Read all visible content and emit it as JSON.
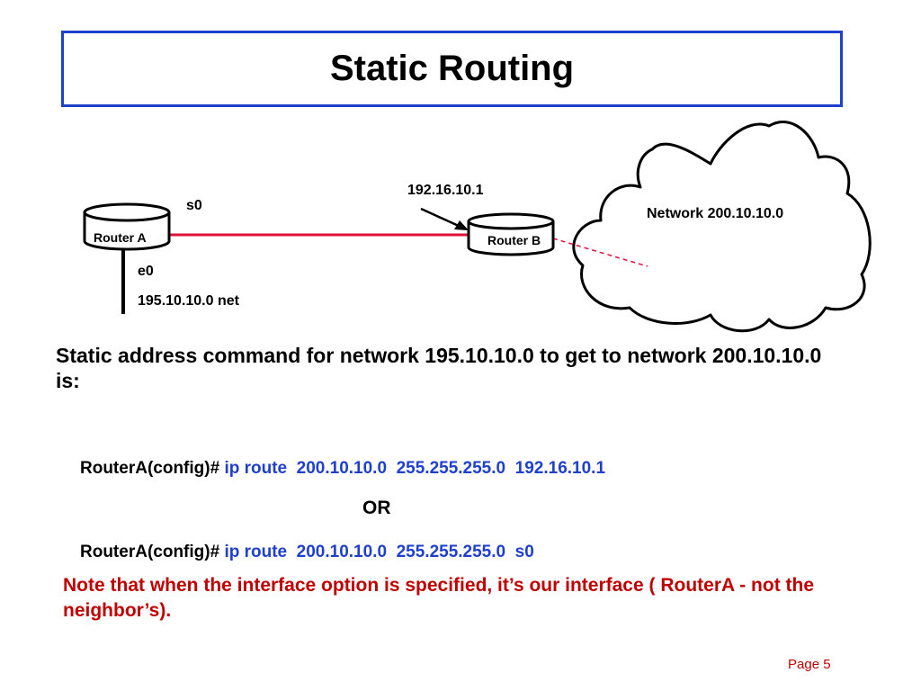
{
  "slide": {
    "title": "Static Routing",
    "page_label": "Page 5"
  },
  "diagram": {
    "router_a_label": "Router A",
    "router_b_label": "Router B",
    "s0_label": "s0",
    "e0_label": "e0",
    "local_net_label": "195.10.10.0  net",
    "next_hop_label": "192.16.10.1",
    "cloud_label": "Network 200.10.10.0"
  },
  "body": {
    "question": "Static address command for network 195.10.10.0 to get to network 200.10.10.0 is:",
    "command1_prompt": "RouterA(config)#",
    "command1_args": "ip route  200.10.10.0  255.255.255.0  192.16.10.1",
    "or_label": "OR",
    "command2_prompt": "RouterA(config)#",
    "command2_args": "ip route  200.10.10.0  255.255.255.0  s0",
    "note": "Note that when the interface option is specified, it’s our interface ( RouterA - not the neighbor’s)."
  },
  "colors": {
    "title_border": "#1f3fcf",
    "link_line": "#e0103a",
    "command_blue": "#1f3fcf",
    "note_red": "#c00000"
  }
}
